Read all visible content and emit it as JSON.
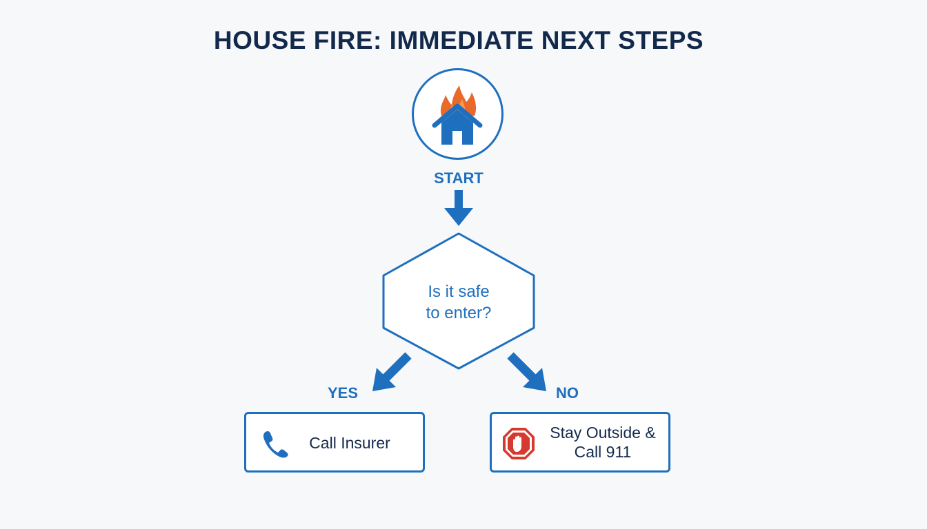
{
  "title": "HOUSE FIRE: IMMEDIATE NEXT STEPS",
  "start": {
    "label": "START",
    "icon": "house-fire-icon"
  },
  "decision": {
    "line1": "Is it safe",
    "line2": "to enter?"
  },
  "branches": {
    "yes": {
      "label": "YES",
      "outcome": "Call Insurer",
      "icon": "phone-icon"
    },
    "no": {
      "label": "NO",
      "outcome_line1": "Stay Outside &",
      "outcome_line2": "Call 911",
      "icon": "stop-hand-icon"
    }
  },
  "colors": {
    "primary": "#1f6fbf",
    "title": "#13294b",
    "flame": "#e8692a",
    "stop": "#d63a2f",
    "background": "#f6f8fa"
  }
}
